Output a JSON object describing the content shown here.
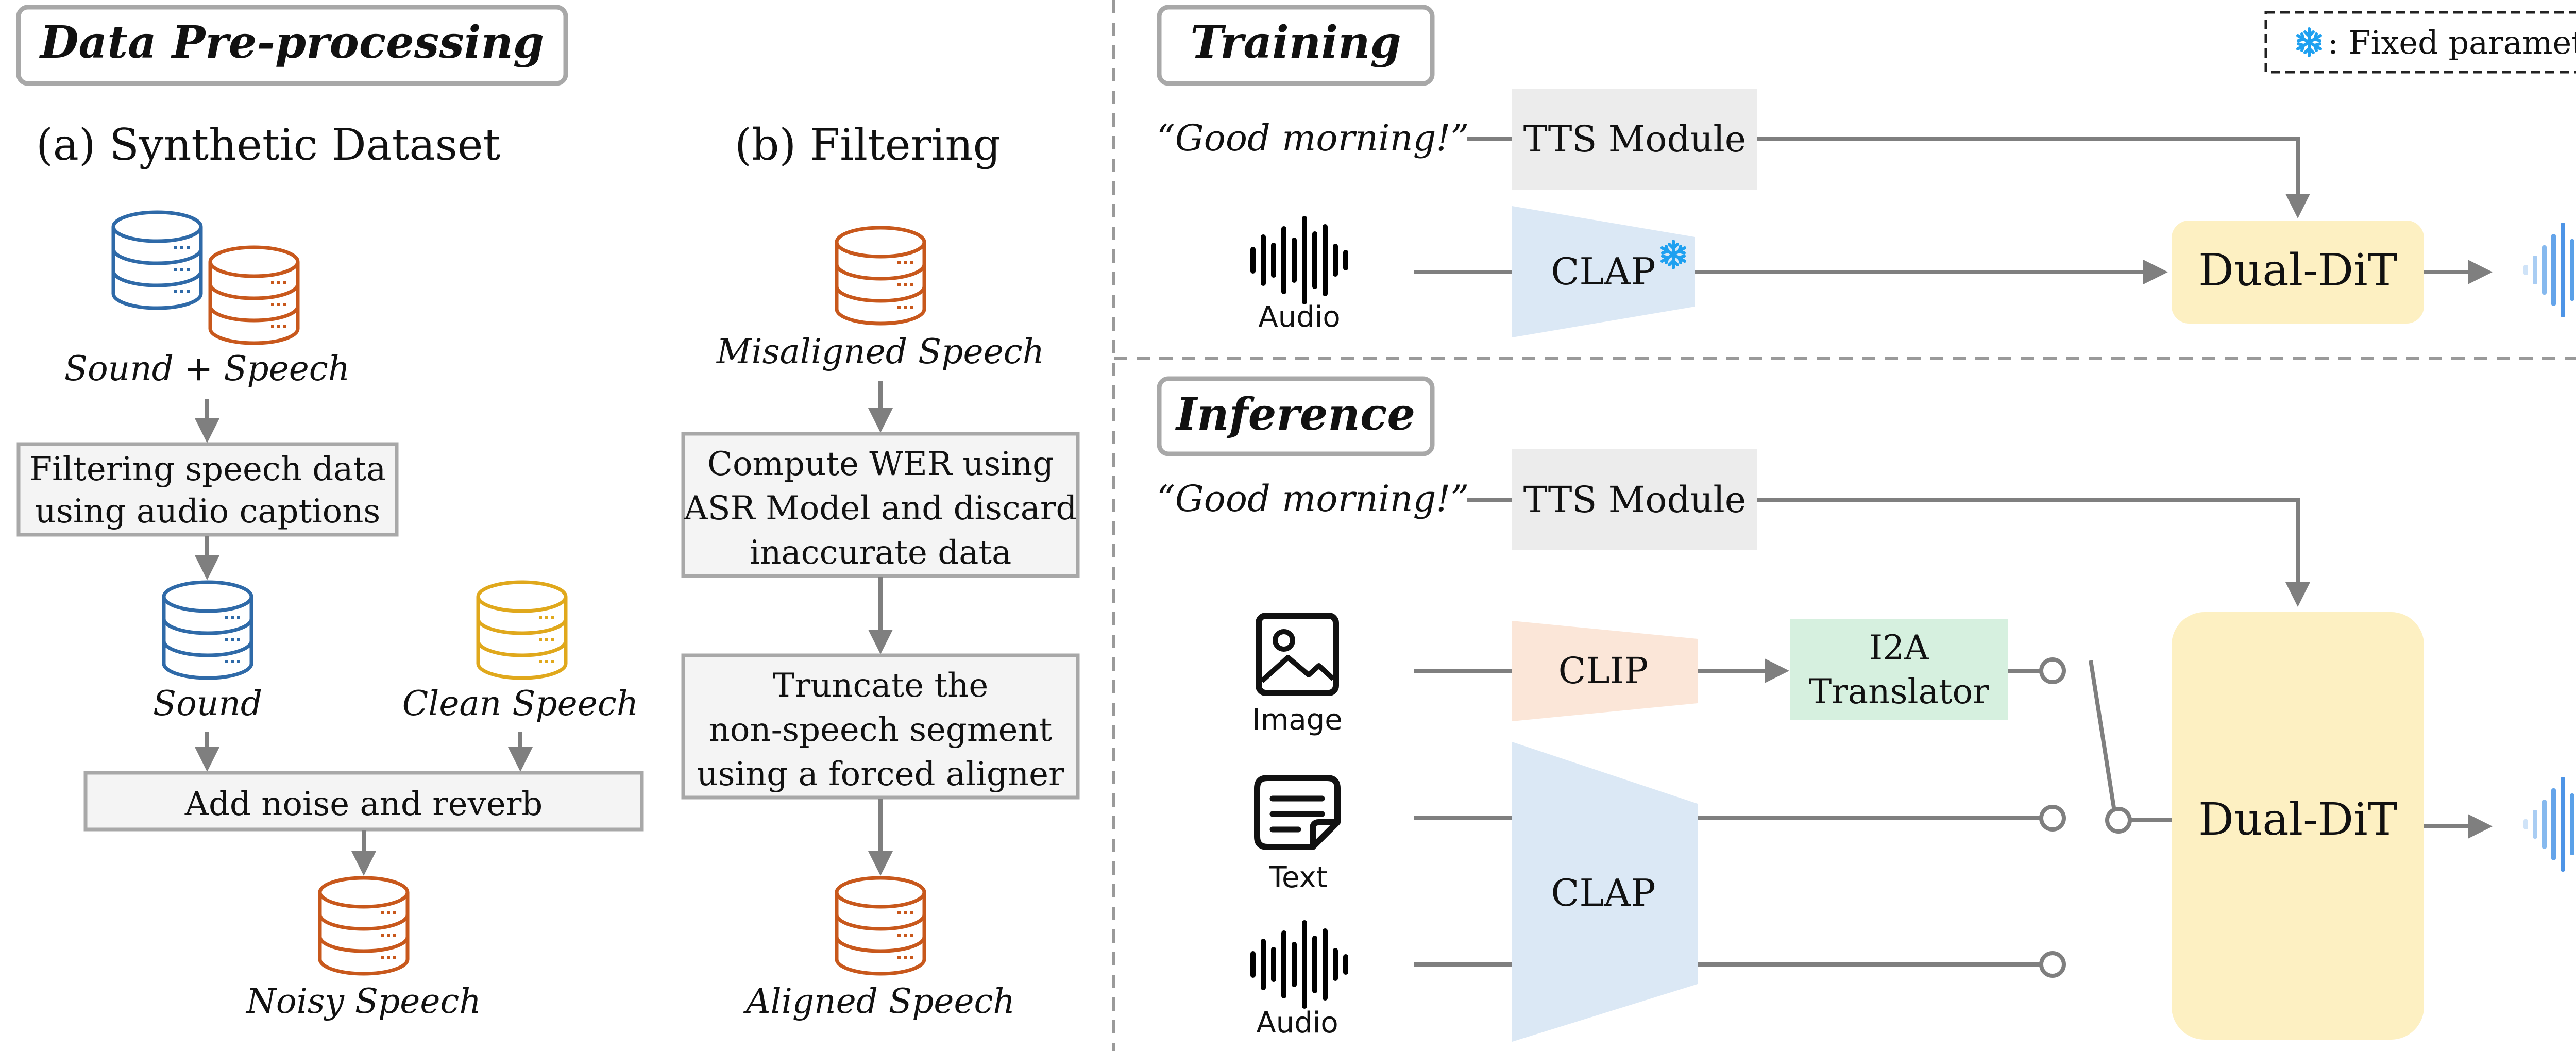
{
  "colors": {
    "gray_box": "#f4f4f4",
    "gray_border": "#a8a8a8",
    "arrow": "#7f7f7f",
    "db_blue": "#2f6aa8",
    "db_orange": "#c8581c",
    "db_yellow": "#e0a81c",
    "tts_fill": "#ececec",
    "clap_fill": "#dbe8f5",
    "clip_fill": "#fbe6d8",
    "i2a_fill": "#d6f0df",
    "dit_fill": "#fdf0c2",
    "wave_blue": "#5aa0e8",
    "snow": "#1ea0f0"
  },
  "preprocess": {
    "title": "Data Pre-processing",
    "synthetic": {
      "heading": "(a) Synthetic Dataset",
      "sound_speech": "Sound + Speech",
      "filter_box": [
        "Filtering speech data",
        "using  audio captions"
      ],
      "sound": "Sound",
      "clean_speech": "Clean Speech",
      "add_noise": "Add noise and reverb",
      "noisy_speech": "Noisy Speech"
    },
    "filtering": {
      "heading": "(b) Filtering",
      "misaligned": "Misaligned Speech",
      "wer_box": [
        "Compute WER using",
        "ASR Model and discard",
        "inaccurate data"
      ],
      "truncate_box": [
        "Truncate the",
        "non-speech segment",
        "using a forced aligner"
      ],
      "aligned": "Aligned Speech"
    }
  },
  "training": {
    "title": "Training",
    "legend": ": Fixed parameters",
    "legend_icon": "snowflake-icon",
    "text_input": "“Good morning!”",
    "tts": "TTS Module",
    "audio_label": "Audio",
    "clap": "CLAP",
    "dit": "Dual-DiT"
  },
  "inference": {
    "title": "Inference",
    "text_input": "“Good morning!”",
    "tts": "TTS Module",
    "image_label": "Image",
    "text_label": "Text",
    "audio_label": "Audio",
    "clip": "CLIP",
    "i2a": [
      "I2A",
      "Translator"
    ],
    "clap": "CLAP",
    "dit": "Dual-DiT"
  }
}
